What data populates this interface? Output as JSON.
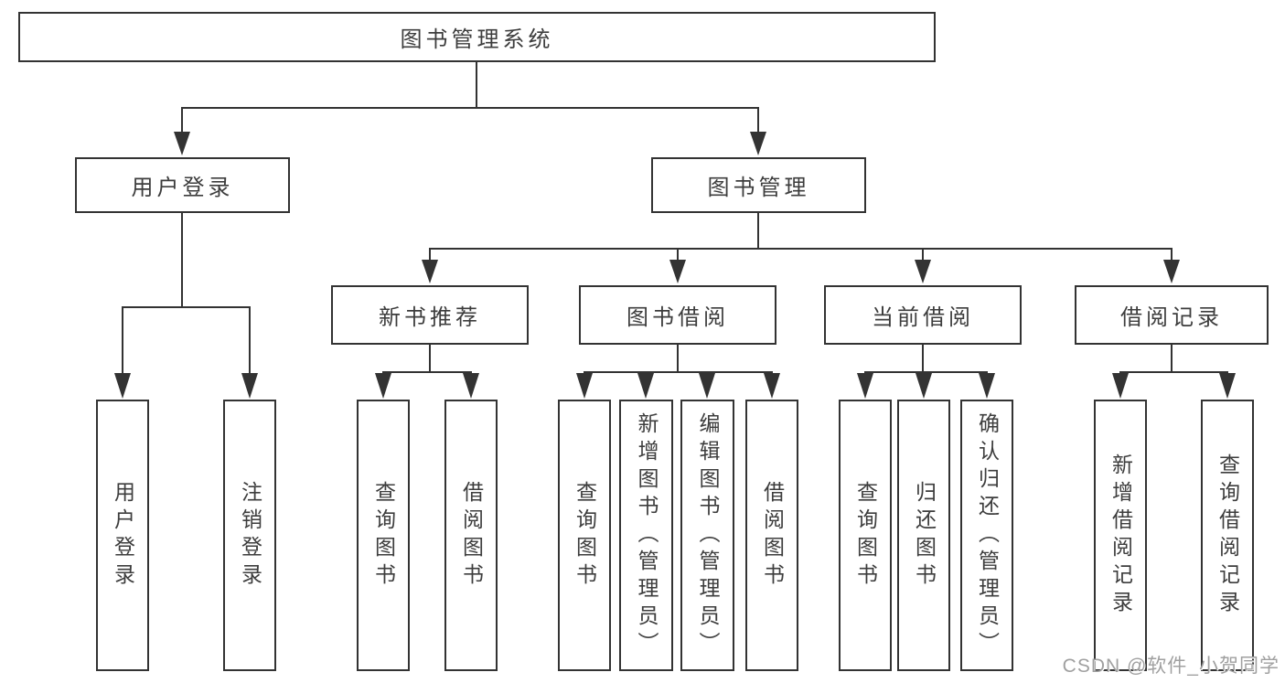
{
  "diagram": {
    "title": "图书管理系统",
    "nodes": {
      "root": {
        "label": "图书管理系统"
      },
      "level2": [
        {
          "label": "用户登录"
        },
        {
          "label": "图书管理"
        }
      ],
      "level3": [
        {
          "label": "新书推荐"
        },
        {
          "label": "图书借阅"
        },
        {
          "label": "当前借阅"
        },
        {
          "label": "借阅记录"
        }
      ],
      "leaves": [
        {
          "label": "用户登录",
          "parent": "用户登录"
        },
        {
          "label": "注销登录",
          "parent": "用户登录"
        },
        {
          "label": "查询图书",
          "parent": "新书推荐"
        },
        {
          "label": "借阅图书",
          "parent": "新书推荐"
        },
        {
          "label": "查询图书",
          "parent": "图书借阅"
        },
        {
          "label": "新增图书（管理员）",
          "parent": "图书借阅"
        },
        {
          "label": "编辑图书（管理员）",
          "parent": "图书借阅"
        },
        {
          "label": "借阅图书",
          "parent": "图书借阅"
        },
        {
          "label": "查询图书",
          "parent": "当前借阅"
        },
        {
          "label": "归还图书",
          "parent": "当前借阅"
        },
        {
          "label": "确认归还（管理员）",
          "parent": "当前借阅"
        },
        {
          "label": "新增借阅记录",
          "parent": "借阅记录"
        },
        {
          "label": "查询借阅记录",
          "parent": "借阅记录"
        }
      ]
    },
    "colors": {
      "line": "#333333",
      "box_border": "#333333",
      "label_text": "#3d3d3d",
      "watermark_text": "#a0a0a0",
      "background": "#ffffff"
    }
  },
  "watermark": {
    "text": "CSDN @软件_小贺同学"
  }
}
